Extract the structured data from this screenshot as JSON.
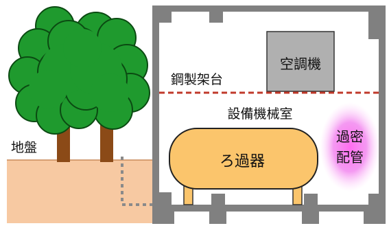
{
  "labels": {
    "ground": "地盤",
    "steel_frame": "鋼製架台",
    "air_conditioner": "空調機",
    "equipment_room": "設備機械室",
    "filter": "ろ過器",
    "overcrowded_line1": "過密",
    "overcrowded_line2": "配管"
  },
  "colors": {
    "soil": "#f7c9a2",
    "tree_leaf": "#1f9a2e",
    "tree_trunk": "#8b4a17",
    "wall": "#808080",
    "ac_unit": "#b0b0b0",
    "filter_tank": "#fbc56c",
    "dashed_line": "#c0392b",
    "highlight": "#e24bd8"
  },
  "icons": [
    "tree-icon",
    "filter-tank-icon",
    "air-conditioner-icon"
  ]
}
